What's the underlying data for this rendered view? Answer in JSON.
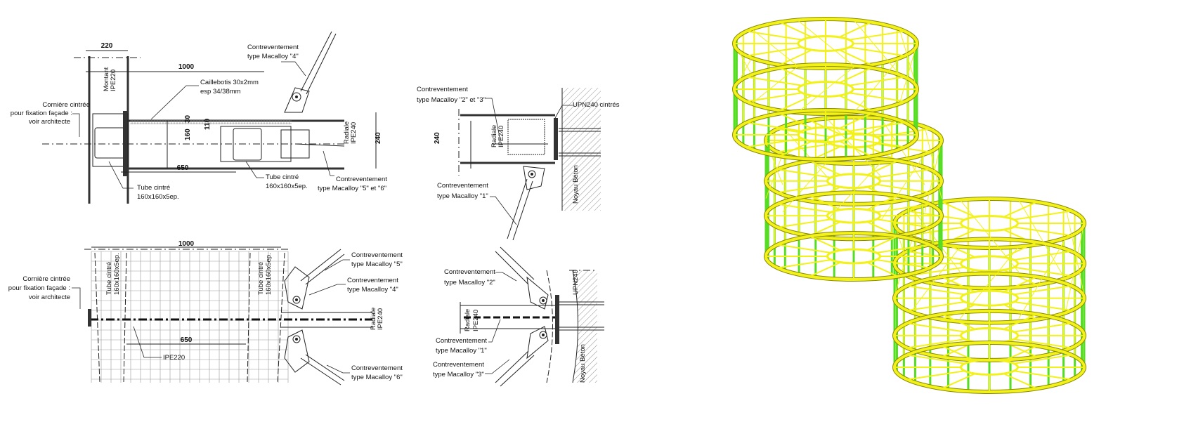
{
  "top_plan": {
    "dim_220": "220",
    "dim_1000": "1000",
    "montant": [
      "Montant",
      "IPE220"
    ],
    "caillebotis": [
      "Caillebotis 30x2mm",
      "esp 34/38mm"
    ],
    "corniere": [
      "Cornière cintrée",
      "pour fixation façade :",
      "voir architecte"
    ],
    "dim_30": "30",
    "dim_110": "110",
    "dim_160": "160",
    "dim_650": "650",
    "dim_240": "240",
    "radiale": [
      "Radiale",
      "IPE240"
    ],
    "tube_left": [
      "Tube cintré",
      "160x160x5ep."
    ],
    "tube_right": [
      "Tube cintré",
      "160x160x5ep."
    ],
    "brace_4": [
      "Contreventement",
      "type Macalloy \"4\""
    ],
    "brace_56": [
      "Contreventement",
      "type Macalloy \"5\" et \"6\""
    ]
  },
  "top_detail": {
    "brace_23": [
      "Contreventement",
      "type Macalloy \"2\" et \"3\""
    ],
    "upn": "UPN240 cintrés",
    "dim_240": "240",
    "radiale": [
      "Radiale",
      "IPE240"
    ],
    "brace_1": [
      "Contreventement",
      "type Macalloy \"1\""
    ],
    "noyau": "Noyau Béton"
  },
  "bottom_plan": {
    "dim_1000": "1000",
    "corniere": [
      "Cornière cintrée",
      "pour fixation façade :",
      "voir architecte"
    ],
    "tube_left": [
      "Tube cintré",
      "160x160x5ep."
    ],
    "tube_right": [
      "Tube cintré",
      "160x160x5ep."
    ],
    "brace_5": [
      "Contreventement",
      "type Macalloy \"5\""
    ],
    "brace_4": [
      "Contreventement",
      "type Macalloy \"4\""
    ],
    "radiale": [
      "Radiale",
      "IPE240"
    ],
    "dim_650": "650",
    "ipe220": "IPE220",
    "brace_6": [
      "Contreventement",
      "type Macalloy \"6\""
    ]
  },
  "bottom_detail": {
    "brace_2": [
      "Contreventement",
      "type Macalloy \"2\""
    ],
    "upn": "UPN240",
    "radiale": [
      "Radiale",
      "IPE240"
    ],
    "brace_1": [
      "Contreventement",
      "type Macalloy \"1\""
    ],
    "brace_3": [
      "Contreventement",
      "type Macalloy \"3\""
    ],
    "noyau": "Noyau Béton"
  },
  "model_colors": {
    "ring": "#f2f21a",
    "post": "#55dd22",
    "edge": "#8a8a00"
  }
}
